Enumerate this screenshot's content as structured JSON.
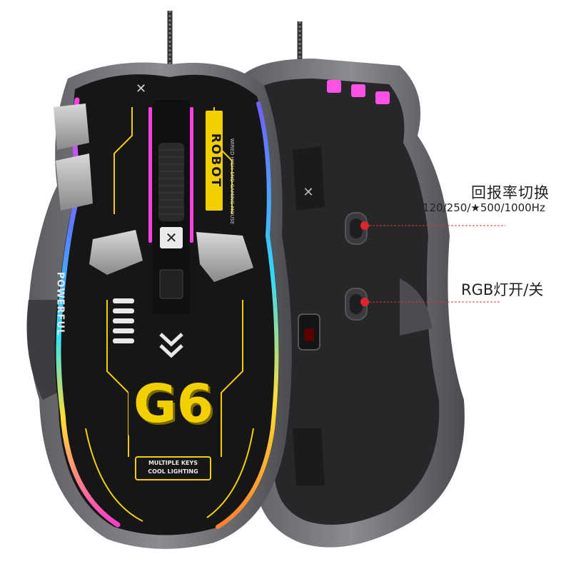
{
  "annotations": {
    "polling_title": "回报率切换",
    "polling_rates": "120/250/★500/1000Hz",
    "rgb_toggle": "RGB灯开/关"
  },
  "mouse_top": {
    "model_badge": "G6",
    "robot_text": "ROBOT",
    "powerful_text": "POWERFUL",
    "small_text": "WIRED HIGH-END GAMING MOUSE",
    "slogan_line1": "MULTIPLE KEYS",
    "slogan_line2": "COOL LIGHTING"
  },
  "colors": {
    "accent_yellow": "#f2d000",
    "rgb_magenta": "#ff3cc8",
    "indicator_red": "#e0242c"
  }
}
